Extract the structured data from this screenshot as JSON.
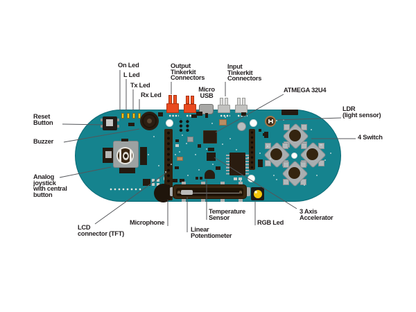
{
  "labels": {
    "on_led": "On Led",
    "l_led": "L Led",
    "tx_led": "Tx Led",
    "rx_led": "Rx Led",
    "output_connectors": "Output\nTinkerkit\nConnectors",
    "micro_usb": "Micro\nUSB",
    "input_connectors": "Input\nTinkerkit\nConnectors",
    "atmega": "ATMEGA 32U4",
    "ldr": "LDR\n(light sensor)",
    "reset_button": "Reset\nButton",
    "buzzer": "Buzzer",
    "four_switch": "4 Switch",
    "analog_joystick": "Analog\njoystick\nwith central\nbutton",
    "lcd_connector": "LCD\nconnector (TFT)",
    "microphone": "Microphone",
    "linear_potentiometer": "Linear\nPotentiometer",
    "temperature_sensor": "Temperature\nSensor",
    "rgb_led": "RGB Led",
    "three_axis_accelerometer": "3 Axis\nAccelerator"
  },
  "colors": {
    "background": "#ffffff",
    "board_teal": "#15838e",
    "connector_orange": "#e8491f",
    "led_yellow": "#f2c41c",
    "rgb_led_yellow": "#f4c70a",
    "label_text": "#231f20",
    "callout_line": "#54565a"
  }
}
